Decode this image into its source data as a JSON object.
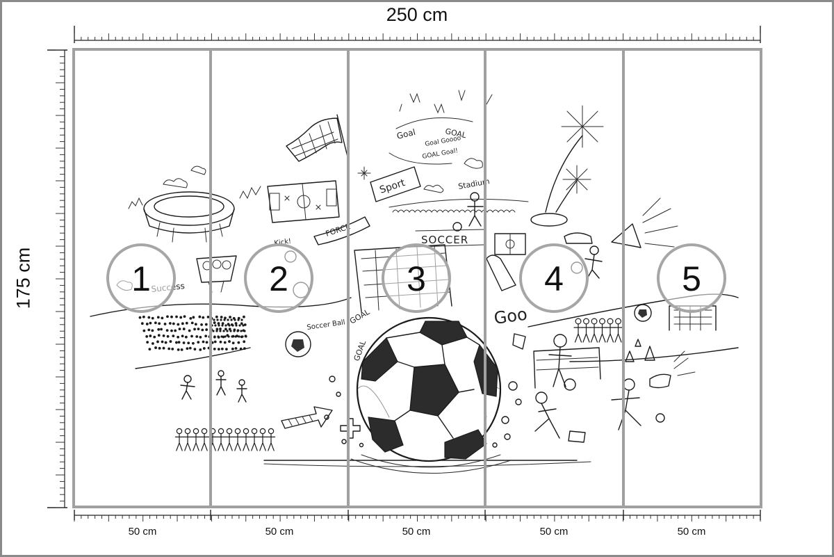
{
  "dimensions": {
    "total_width": "250 cm",
    "total_height": "175 cm",
    "panel_width_label": "50 cm"
  },
  "panels": [
    {
      "number": "1",
      "width": "50 cm"
    },
    {
      "number": "2",
      "width": "50 cm"
    },
    {
      "number": "3",
      "width": "50 cm"
    },
    {
      "number": "4",
      "width": "50 cm"
    },
    {
      "number": "5",
      "width": "50 cm"
    }
  ],
  "artwork_labels": {
    "soccer_banner": "SOCCER",
    "sport_sign": "Sport",
    "stadium": "Stadium",
    "force": "FORCE",
    "success": "Success",
    "soccer_ball": "Soccer Ball",
    "goal_1": "Goal",
    "goal_2": "GOAL",
    "goal_3": "Goal Goooo",
    "goal_4": "GOAL Goal!",
    "goal_side": "GOAL",
    "goal_curve": "GOAL",
    "goal_big": "Goo",
    "kick": "Kick!"
  },
  "colors": {
    "frame": "#8a8a8a",
    "panel_lines": "#a0a0a0",
    "circle_outline": "#a6a6a6",
    "ink": "#1b1b1b"
  },
  "icons": [
    "soccer-ball-icon",
    "stadium-icon",
    "flag-icon",
    "firework-icon",
    "megaphone-icon",
    "goal-net-icon",
    "arrow-icon"
  ]
}
